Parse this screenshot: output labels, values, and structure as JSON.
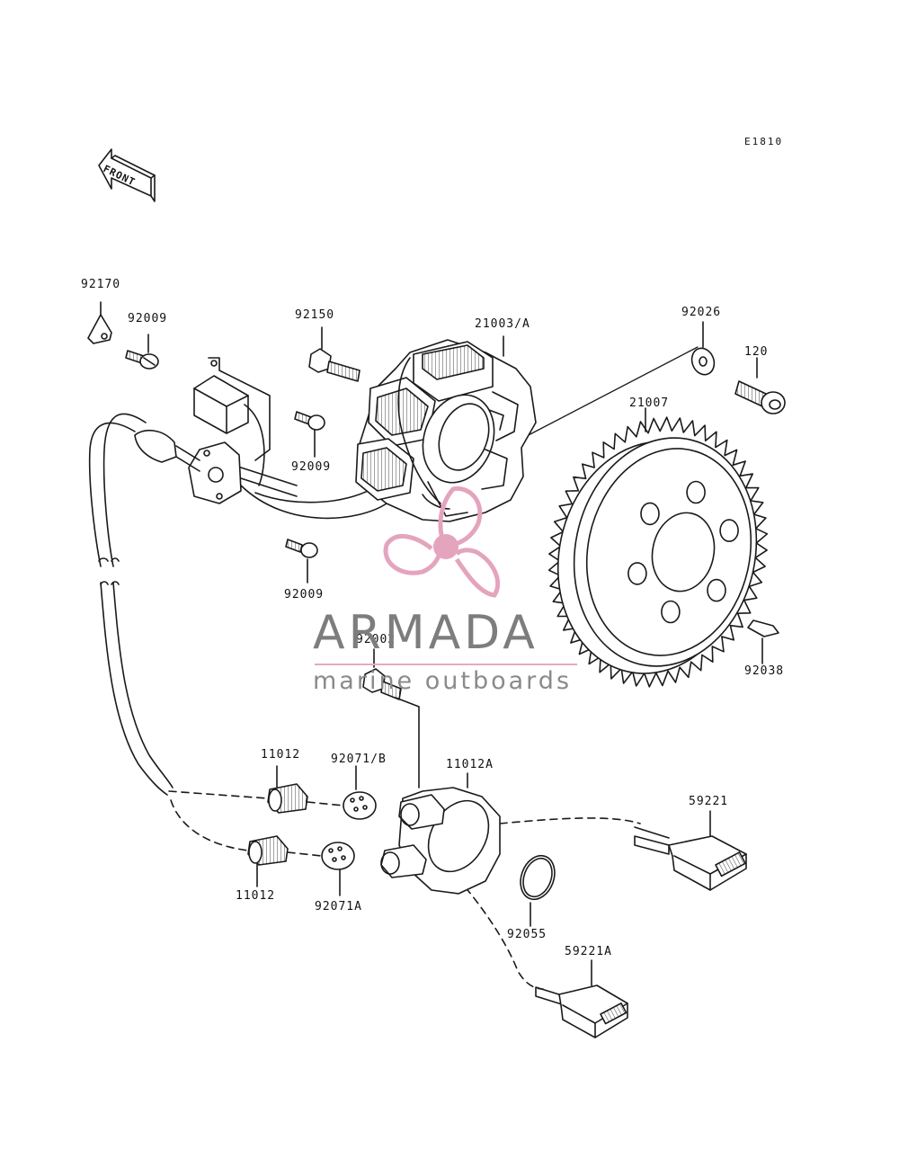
{
  "diagram": {
    "code": "E1810",
    "front_label": "FRONT",
    "parts": [
      {
        "key": "p92170",
        "label": "92170"
      },
      {
        "key": "p92009a",
        "label": "92009"
      },
      {
        "key": "p92150",
        "label": "92150"
      },
      {
        "key": "p21003",
        "label": "21003/A"
      },
      {
        "key": "p92026",
        "label": "92026"
      },
      {
        "key": "p120",
        "label": "120"
      },
      {
        "key": "p21007",
        "label": "21007"
      },
      {
        "key": "p92009b",
        "label": "92009"
      },
      {
        "key": "p92009c",
        "label": "92009"
      },
      {
        "key": "p92038",
        "label": "92038"
      },
      {
        "key": "p92002",
        "label": "92002"
      },
      {
        "key": "p11012a",
        "label": "11012"
      },
      {
        "key": "p92071b",
        "label": "92071/B"
      },
      {
        "key": "p11012A",
        "label": "11012A"
      },
      {
        "key": "p59221",
        "label": "59221"
      },
      {
        "key": "p11012b",
        "label": "11012"
      },
      {
        "key": "p92071a",
        "label": "92071A"
      },
      {
        "key": "p92055",
        "label": "92055"
      },
      {
        "key": "p59221a",
        "label": "59221A"
      }
    ]
  },
  "watermark": {
    "brand": "ARMADA",
    "tagline": "marine outboards",
    "accent_color": "#e4a4bd"
  },
  "icons": [
    "front-arrow-icon",
    "propeller-logo-icon"
  ]
}
